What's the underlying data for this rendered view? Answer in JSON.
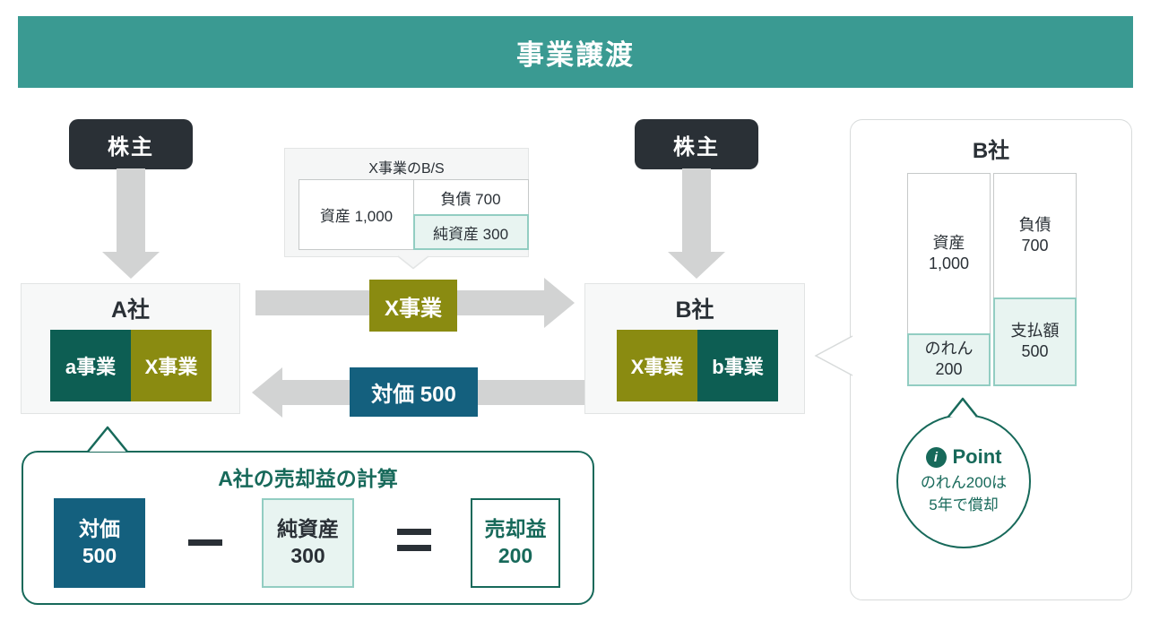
{
  "title": "事業譲渡",
  "left_group": {
    "shareholder": "株主",
    "company": "A社",
    "segment_a": "a事業",
    "segment_x": "X事業"
  },
  "right_group": {
    "shareholder": "株主",
    "company": "B社",
    "segment_x": "X事業",
    "segment_b": "b事業"
  },
  "bs_popup": {
    "title": "X事業のB/S",
    "asset": "資産 1,000",
    "liability": "負債 700",
    "net_assets": "純資産 300"
  },
  "flows": {
    "business": "X事業",
    "consideration": "対価 500"
  },
  "b_sheet": {
    "title": "B社",
    "asset_label": "資産",
    "asset_value": "1,000",
    "liability_label": "負債",
    "liability_value": "700",
    "goodwill_label": "のれん",
    "goodwill_value": "200",
    "payment_label": "支払額",
    "payment_value": "500",
    "info_icon": "i",
    "point_title": "Point",
    "point_line1": "のれん200は",
    "point_line2": "5年で償却"
  },
  "calc": {
    "title": "A社の売却益の計算",
    "item1_label": "対価",
    "item1_value": "500",
    "minus": "−",
    "item2_label": "純資産",
    "item2_value": "300",
    "equals": "=",
    "item3_label": "売却益",
    "item3_value": "200"
  },
  "colors": {
    "banner_teal": "#3A9A92",
    "dark_charcoal": "#2A3036",
    "teal_block": "#0D5E53",
    "olive_block": "#8A8B11",
    "blue_block": "#14607E",
    "deep_teal_line": "#17695A",
    "mint_bg": "#E8F4F1",
    "mint_border": "#92CDC2",
    "arrow_gray": "#D2D3D3"
  }
}
